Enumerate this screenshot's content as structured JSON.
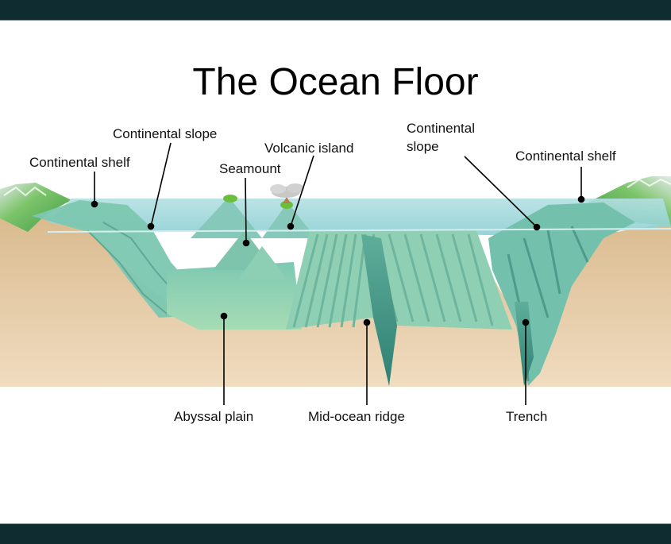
{
  "slide": {
    "title": "The Ocean Floor",
    "colors": {
      "bar": "#0f2d30",
      "background": "#ffffff",
      "water": "#9fd3d6",
      "seafloor": "#8fcfb4",
      "sediment": "#e8cfa8",
      "land": "#6fbf5a",
      "label_text": "#111111"
    }
  },
  "diagram": {
    "labels": [
      {
        "id": "continental-shelf-left",
        "text": "Continental shelf"
      },
      {
        "id": "continental-slope-left",
        "text": "Continental slope"
      },
      {
        "id": "seamount",
        "text": "Seamount"
      },
      {
        "id": "volcanic-island",
        "text": "Volcanic island"
      },
      {
        "id": "continental-slope-right-1",
        "text": "Continental"
      },
      {
        "id": "continental-slope-right-2",
        "text": "slope"
      },
      {
        "id": "continental-shelf-right",
        "text": "Continental shelf"
      },
      {
        "id": "abyssal-plain",
        "text": "Abyssal plain"
      },
      {
        "id": "mid-ocean-ridge",
        "text": "Mid-ocean ridge"
      },
      {
        "id": "trench",
        "text": "Trench"
      }
    ]
  }
}
